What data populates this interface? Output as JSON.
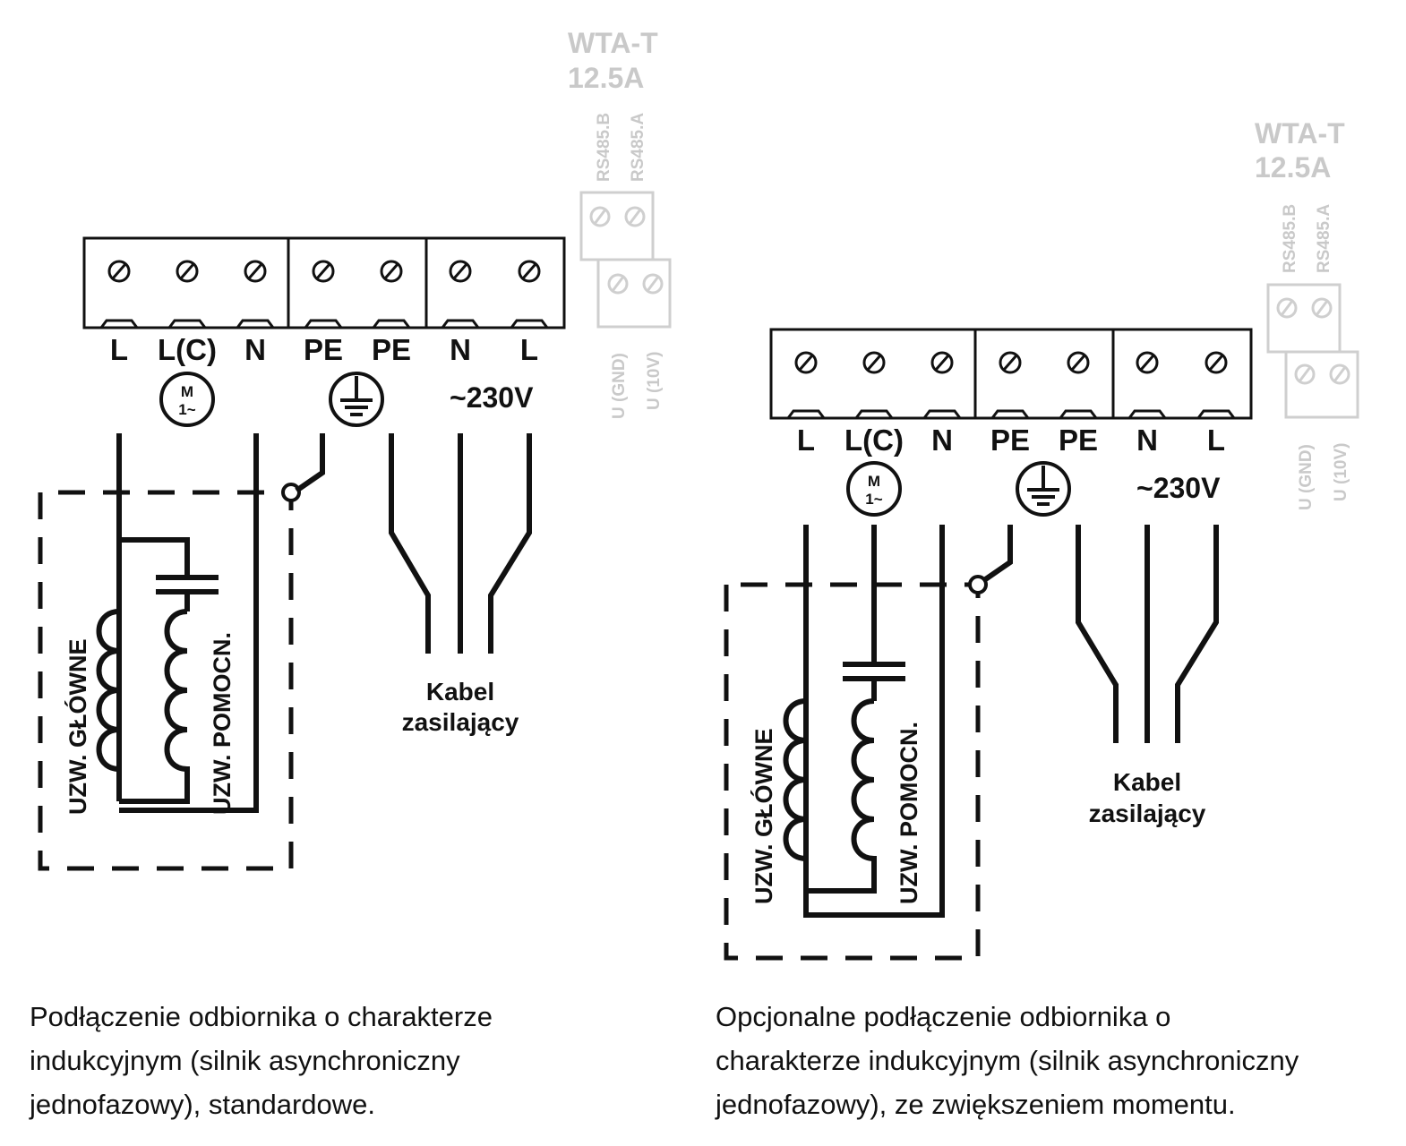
{
  "diagrams": [
    {
      "module": {
        "name": "WTA-T",
        "rating": "12.5A",
        "rs_labels": [
          "RS485.B",
          "RS485.A"
        ],
        "u_labels": [
          "U (GND)",
          "U (10V)"
        ]
      },
      "terminals": [
        "L",
        "L(C)",
        "N",
        "PE",
        "PE",
        "N",
        "L"
      ],
      "motor_symbol": {
        "top": "M",
        "bottom": "1~"
      },
      "voltage": "~230V",
      "cable_label": [
        "Kabel",
        "zasilający"
      ],
      "winding_main": "UZW. GŁÓWNE",
      "winding_aux": "UZW. POMOCN.",
      "caption": [
        "Podłączenie odbiornika o charakterze",
        "indukcyjnym (silnik asynchroniczny",
        "jednofazowy), standardowe."
      ]
    },
    {
      "module": {
        "name": "WTA-T",
        "rating": "12.5A",
        "rs_labels": [
          "RS485.B",
          "RS485.A"
        ],
        "u_labels": [
          "U (GND)",
          "U (10V)"
        ]
      },
      "terminals": [
        "L",
        "L(C)",
        "N",
        "PE",
        "PE",
        "N",
        "L"
      ],
      "motor_symbol": {
        "top": "M",
        "bottom": "1~"
      },
      "voltage": "~230V",
      "cable_label": [
        "Kabel",
        "zasilający"
      ],
      "winding_main": "UZW. GŁÓWNE",
      "winding_aux": "UZW. POMOCN.",
      "caption": [
        "Opcjonalne podłączenie odbiornika o",
        "charakterze indukcyjnym (silnik asynchroniczny",
        "jednofazowy), ze zwiększeniem momentu."
      ]
    }
  ]
}
